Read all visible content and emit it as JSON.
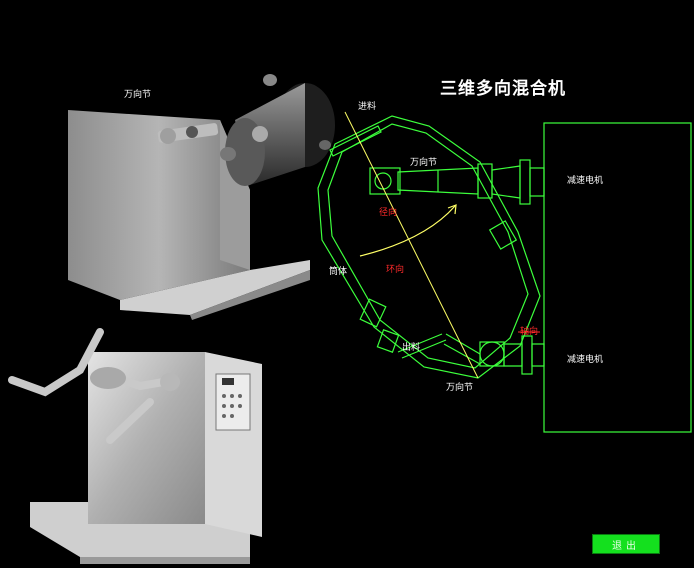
{
  "title": "三维多向混合机",
  "photo_top": {
    "label": "万向节"
  },
  "diagram": {
    "feed_label": "进料",
    "joint_top_label": "万向节",
    "radial_label": "径向",
    "drum_label": "筒体",
    "circular_label": "环向",
    "axial_label": "轴向",
    "discharge_label": "出料",
    "joint_bottom_label": "万向节",
    "motor_top_label": "减速电机",
    "motor_bottom_label": "减速电机"
  },
  "exit_button": {
    "label": "退出"
  },
  "colors": {
    "line": "#3cff3c",
    "axis": "#ffff66",
    "accent": "#ff2a2a",
    "button": "#14e01e"
  }
}
